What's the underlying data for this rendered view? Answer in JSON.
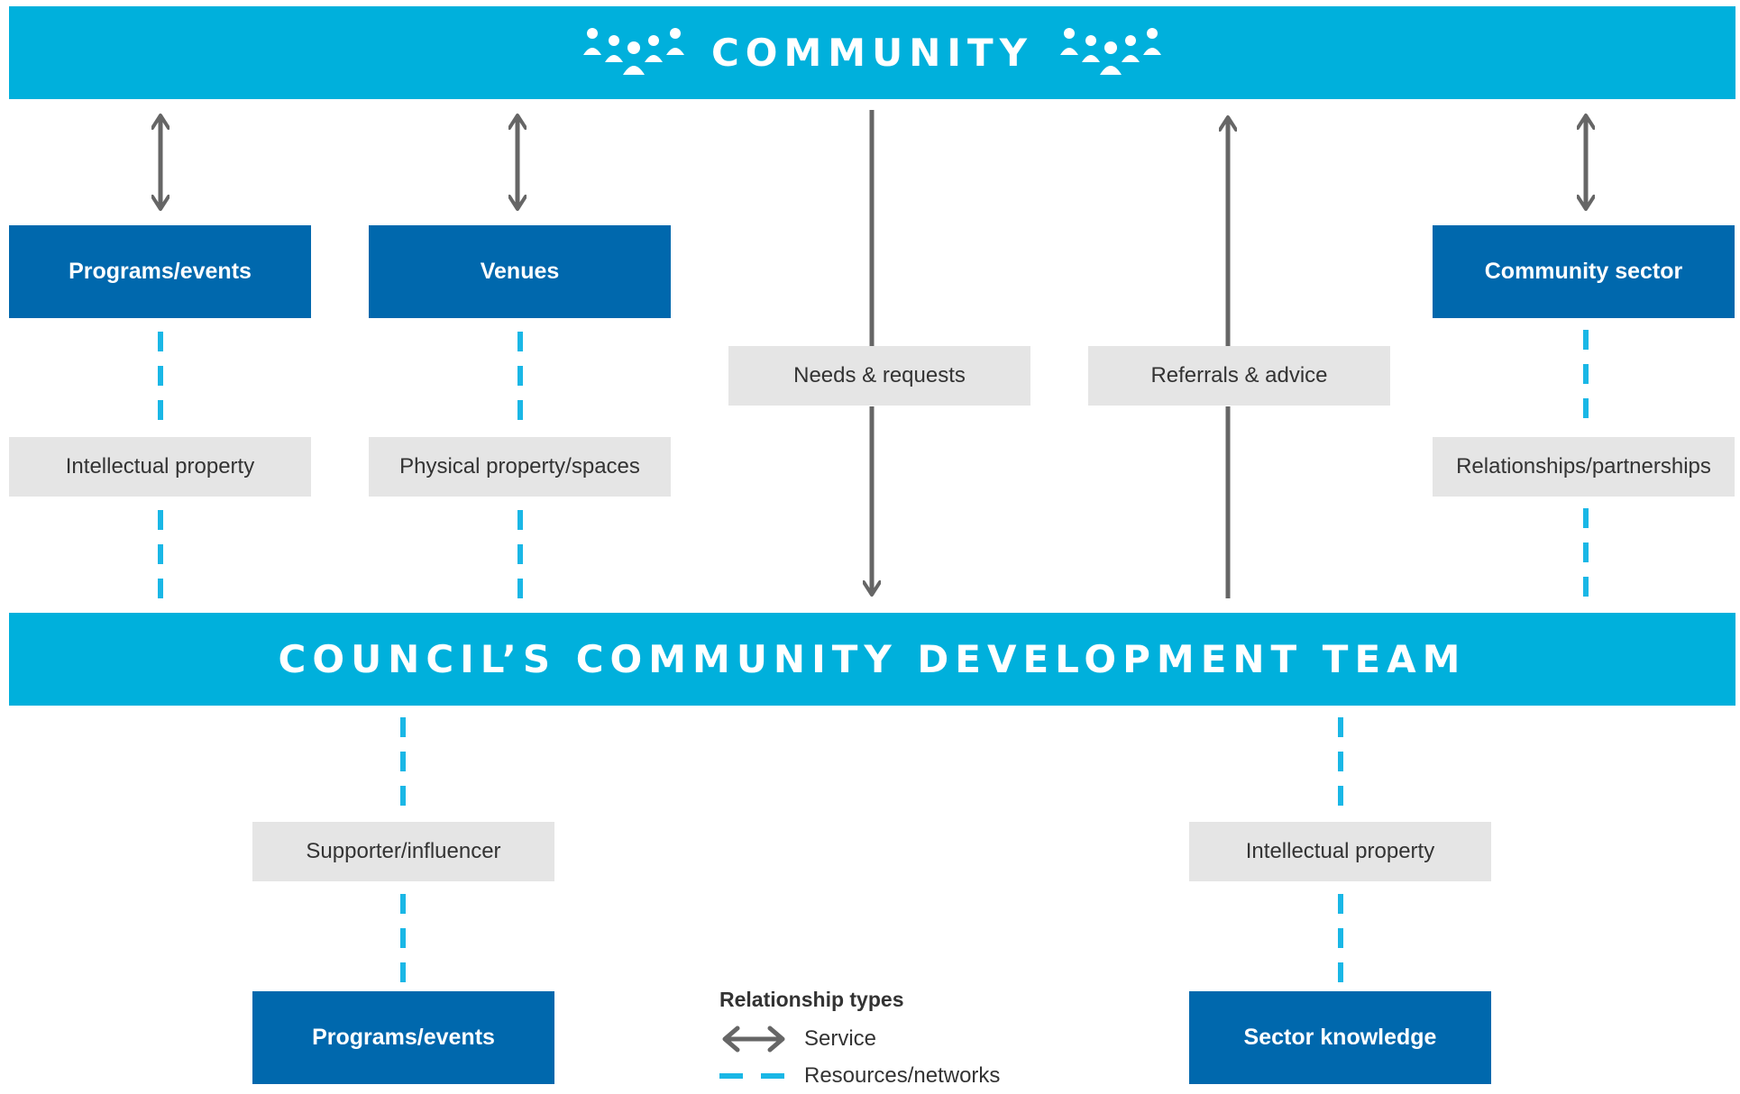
{
  "community_band": {
    "label": "COMMUNITY",
    "left_icon": "people-group-icon",
    "right_icon": "people-group-icon"
  },
  "council_band": {
    "label": "COUNCIL’S COMMUNITY DEVELOPMENT TEAM"
  },
  "upper_nodes": {
    "programs_events": "Programs/events",
    "venues": "Venues",
    "community_sector": "Community sector"
  },
  "upper_resources": {
    "intellectual_property": "Intellectual property",
    "physical_property_spaces": "Physical property/spaces",
    "relationships_partnerships": "Relationships/partnerships"
  },
  "flows": {
    "needs_requests": "Needs & requests",
    "referrals_advice": "Referrals & advice"
  },
  "lower_resources": {
    "supporter_influencer": "Supporter/influencer",
    "intellectual_property": "Intellectual property"
  },
  "lower_nodes": {
    "programs_events": "Programs/events",
    "sector_knowledge": "Sector knowledge"
  },
  "legend": {
    "title": "Relationship types",
    "service": "Service",
    "resources_networks": "Resources/networks"
  },
  "colors": {
    "band": "#00b0dc",
    "node": "#0068ad",
    "resource_box": "#e5e5e5",
    "service_arrow": "#666666",
    "resource_dash": "#1ab7e6"
  }
}
